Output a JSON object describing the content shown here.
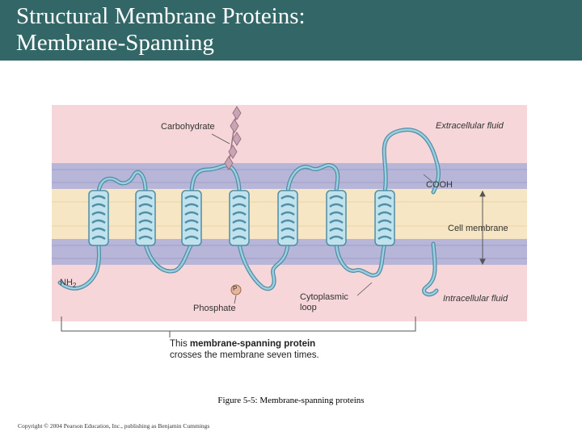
{
  "slide": {
    "title": "Structural Membrane Proteins:\nMembrane-Spanning",
    "figure_caption": "Figure 5-5: Membrane-spanning proteins",
    "copyright": "Copyright © 2004 Pearson Education, Inc., publishing as Benjamin Cummings"
  },
  "diagram": {
    "labels": {
      "carbohydrate": "Carbohydrate",
      "extracellular": "Extracellular fluid",
      "cooh": "COOH",
      "cell_membrane": "Cell membrane",
      "nh2": "NH",
      "nh2_sub": "2",
      "phosphate_p": "P",
      "phosphate": "Phosphate",
      "cytoplasmic_loop": "Cytoplasmic\nloop",
      "intracellular": "Intracellular fluid"
    },
    "caption": {
      "prefix": "This ",
      "bold": "membrane-spanning protein",
      "line2": "crosses the membrane seven times."
    },
    "colors": {
      "extracellular": "#f6d6d8",
      "intracellular": "#f6d6d8",
      "head_groups": "#b7b6d8",
      "core": "#f6e6c4",
      "protein": "#9ccfe0",
      "protein_edge": "#4f8ea6",
      "carbohydrate": "#c9a4b4",
      "title_bar": "#336666"
    }
  }
}
